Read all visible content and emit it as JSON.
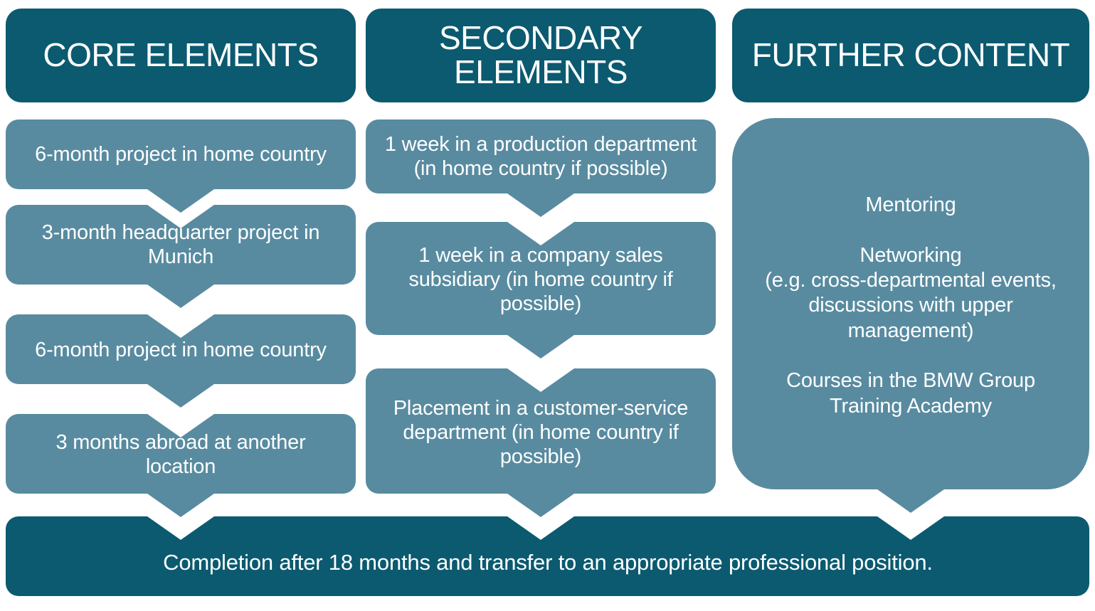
{
  "diagram": {
    "title_semantic": "BMW Group graduate programme structure",
    "colors": {
      "dark_teal": "#0b5a70",
      "mid_blue": "#588ba0",
      "background": "#ffffff",
      "text": "#ffffff"
    },
    "columns": [
      {
        "id": "core",
        "header": "CORE ELEMENTS",
        "steps": [
          "6-month project in home country",
          "3-month headquarter project in\nMunich",
          "6-month project in home country",
          "3 months abroad at another\nlocation"
        ]
      },
      {
        "id": "secondary",
        "header": "SECONDARY\nELEMENTS",
        "steps": [
          "1 week in a production department\n(in home country if possible)",
          "1 week in a company sales\nsubsidiary (in home country if\npossible)",
          "Placement in a customer-service\ndepartment (in home country if\npossible)"
        ]
      },
      {
        "id": "further",
        "header": "FURTHER CONTENT",
        "panel": "Mentoring\n\nNetworking\n(e.g. cross-departmental events,\ndiscussions with upper\nmanagement)\n\nCourses in the BMW Group\nTraining Academy"
      }
    ],
    "footer": "Completion after 18 months and transfer to an appropriate professional position."
  }
}
